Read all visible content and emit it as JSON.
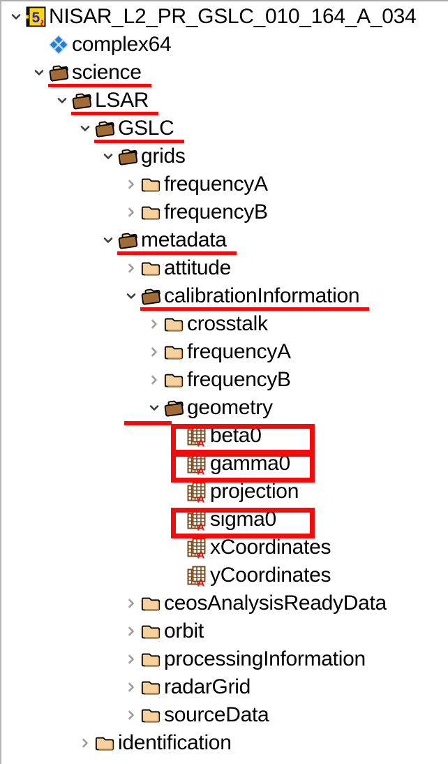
{
  "colors": {
    "annotation_red": "#f20c0c",
    "hdf5_yellow": "#ffd60a",
    "hdf5_blue": "#2222cc",
    "datatype_blue": "#2a7bd4",
    "folder_open": "#a16b33",
    "folder_flap": "#f3cf9b",
    "folder_closed": "#f6d19b",
    "folder_closed_shadow": "#c08b50",
    "dataset_brown": "#7a4a1e"
  },
  "tree": {
    "rows": [
      {
        "label": "NISAR_L2_PR_GSLC_010_164_A_034",
        "level": 0,
        "icon": "hdf5-file",
        "chevron": "expanded",
        "underline": "none",
        "boxed": false
      },
      {
        "label": "complex64",
        "level": 1,
        "icon": "datatype",
        "chevron": "none",
        "underline": "none",
        "boxed": false
      },
      {
        "label": "science",
        "level": 1,
        "icon": "folder-open",
        "chevron": "expanded",
        "underline": "full",
        "boxed": false
      },
      {
        "label": "LSAR",
        "level": 2,
        "icon": "folder-open",
        "chevron": "expanded",
        "underline": "full",
        "boxed": false
      },
      {
        "label": "GSLC",
        "level": 3,
        "icon": "folder-open",
        "chevron": "expanded",
        "underline": "full",
        "boxed": false
      },
      {
        "label": "grids",
        "level": 4,
        "icon": "folder-open",
        "chevron": "expanded",
        "underline": "none",
        "boxed": false
      },
      {
        "label": "frequencyA",
        "level": 5,
        "icon": "folder-closed",
        "chevron": "collapsed",
        "underline": "none",
        "boxed": false
      },
      {
        "label": "frequencyB",
        "level": 5,
        "icon": "folder-closed",
        "chevron": "collapsed",
        "underline": "none",
        "boxed": false
      },
      {
        "label": "metadata",
        "level": 4,
        "icon": "folder-open",
        "chevron": "expanded",
        "underline": "full",
        "boxed": false
      },
      {
        "label": "attitude",
        "level": 5,
        "icon": "folder-closed",
        "chevron": "collapsed",
        "underline": "none",
        "boxed": false
      },
      {
        "label": "calibrationInformation",
        "level": 5,
        "icon": "folder-open",
        "chevron": "expanded",
        "underline": "full",
        "boxed": false
      },
      {
        "label": "crosstalk",
        "level": 6,
        "icon": "folder-closed",
        "chevron": "collapsed",
        "underline": "none",
        "boxed": false
      },
      {
        "label": "frequencyA",
        "level": 6,
        "icon": "folder-closed",
        "chevron": "collapsed",
        "underline": "none",
        "boxed": false
      },
      {
        "label": "frequencyB",
        "level": 6,
        "icon": "folder-closed",
        "chevron": "collapsed",
        "underline": "none",
        "boxed": false
      },
      {
        "label": "geometry",
        "level": 6,
        "icon": "folder-open",
        "chevron": "expanded",
        "underline": "partial",
        "boxed": false
      },
      {
        "label": "beta0",
        "level": 7,
        "icon": "dataset",
        "chevron": "none",
        "underline": "none",
        "boxed": true
      },
      {
        "label": "gamma0",
        "level": 7,
        "icon": "dataset",
        "chevron": "none",
        "underline": "none",
        "boxed": true
      },
      {
        "label": "projection",
        "level": 7,
        "icon": "dataset",
        "chevron": "none",
        "underline": "none",
        "boxed": false
      },
      {
        "label": "sigma0",
        "level": 7,
        "icon": "dataset",
        "chevron": "none",
        "underline": "none",
        "boxed": true
      },
      {
        "label": "xCoordinates",
        "level": 7,
        "icon": "dataset",
        "chevron": "none",
        "underline": "none",
        "boxed": false
      },
      {
        "label": "yCoordinates",
        "level": 7,
        "icon": "dataset",
        "chevron": "none",
        "underline": "none",
        "boxed": false
      },
      {
        "label": "ceosAnalysisReadyData",
        "level": 5,
        "icon": "folder-closed",
        "chevron": "collapsed",
        "underline": "none",
        "boxed": false
      },
      {
        "label": "orbit",
        "level": 5,
        "icon": "folder-closed",
        "chevron": "collapsed",
        "underline": "none",
        "boxed": false
      },
      {
        "label": "processingInformation",
        "level": 5,
        "icon": "folder-closed",
        "chevron": "collapsed",
        "underline": "none",
        "boxed": false
      },
      {
        "label": "radarGrid",
        "level": 5,
        "icon": "folder-closed",
        "chevron": "collapsed",
        "underline": "none",
        "boxed": false
      },
      {
        "label": "sourceData",
        "level": 5,
        "icon": "folder-closed",
        "chevron": "collapsed",
        "underline": "none",
        "boxed": false
      },
      {
        "label": "identification",
        "level": 3,
        "icon": "folder-closed",
        "chevron": "collapsed",
        "underline": "none",
        "boxed": false
      }
    ]
  }
}
